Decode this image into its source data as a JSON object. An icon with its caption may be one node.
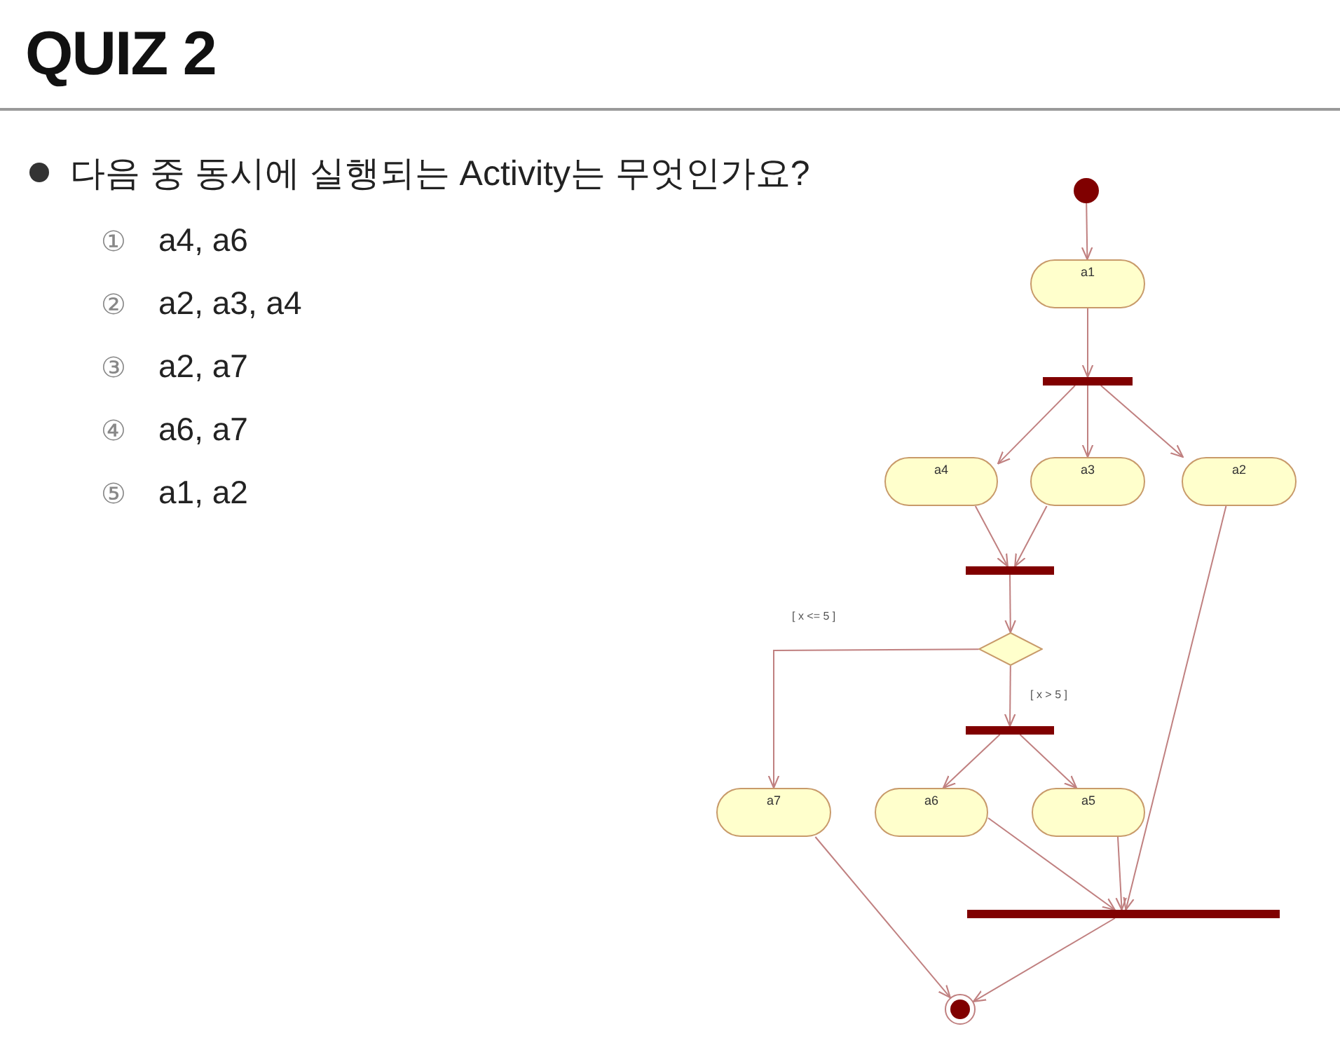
{
  "diagram": {
    "title": "QUIZ 2",
    "nodes": [
      {
        "text": [],
        "shape": "circle"
      },
      {
        "text": [
          "a1"
        ]
      },
      {
        "text": [],
        "shape": "bar"
      },
      {
        "text": [
          "a4"
        ]
      },
      {
        "text": [
          "a3"
        ]
      },
      {
        "text": [
          "a2"
        ]
      },
      {
        "text": [],
        "shape": "bar"
      },
      {
        "text": [],
        "shape": "diamond"
      },
      {
        "text": [],
        "shape": "bar"
      },
      {
        "text": [
          "a7"
        ]
      },
      {
        "text": [
          "a6"
        ]
      },
      {
        "text": [
          "a5"
        ]
      },
      {
        "text": [],
        "shape": "bar"
      },
      {
        "text": [],
        "shape": "circle"
      }
    ],
    "edges": [
      {
        "from": 0,
        "to": 1,
        "arrow": "to"
      },
      {
        "from": 1,
        "to": 2,
        "arrow": "to"
      },
      {
        "from": 2,
        "to": 3,
        "arrow": "to"
      },
      {
        "from": 2,
        "to": 4,
        "arrow": "to"
      },
      {
        "from": 2,
        "to": 5,
        "arrow": "to"
      },
      {
        "from": 3,
        "to": 6,
        "arrow": "to"
      },
      {
        "from": 4,
        "to": 6,
        "arrow": "to"
      },
      {
        "from": 6,
        "to": 7,
        "arrow": "to"
      },
      {
        "from": 7,
        "to": 9,
        "arrow": "to",
        "label": "[ x <= 5 ]"
      },
      {
        "from": 7,
        "to": 8,
        "arrow": "to",
        "label": "[ x > 5 ]"
      },
      {
        "from": 8,
        "to": 10,
        "arrow": "to"
      },
      {
        "from": 8,
        "to": 11,
        "arrow": "to"
      },
      {
        "from": 10,
        "to": 12,
        "arrow": "to"
      },
      {
        "from": 11,
        "to": 12,
        "arrow": "to"
      },
      {
        "from": 5,
        "to": 12,
        "arrow": "to"
      },
      {
        "from": 9,
        "to": 13,
        "arrow": "to"
      },
      {
        "from": 12,
        "to": 13,
        "arrow": "to"
      }
    ],
    "labels": [
      "다음 중 동시에 실행되는 Activity는 무엇인가요?",
      "①",
      "a4, a6",
      "②",
      "a2, a3, a4",
      "③",
      "a2, a7",
      "④",
      "a6, a7",
      "⑤",
      "a1, a2"
    ]
  }
}
